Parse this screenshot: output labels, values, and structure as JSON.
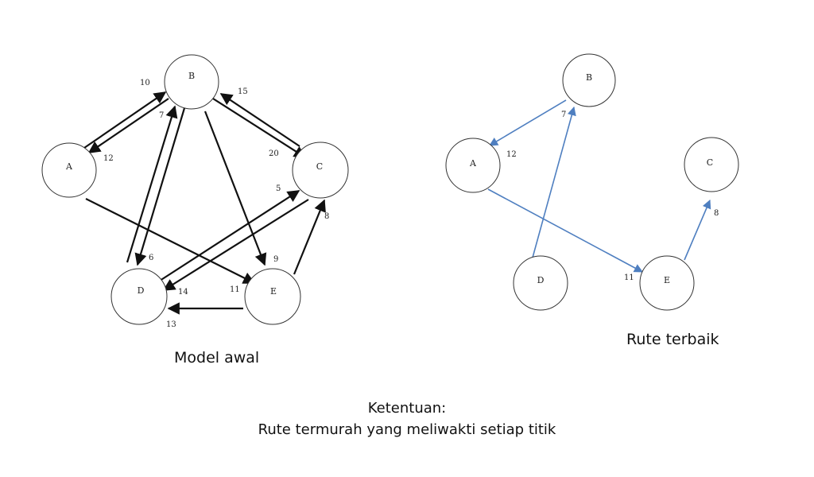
{
  "captions": {
    "initial_model": "Model awal",
    "best_route": "Rute terbaik",
    "rules_heading": "Ketentuan:",
    "rules_text": "Rute termurah yang meliwakti setiap titik"
  },
  "colors": {
    "initial_edges": "#111111",
    "best_edges": "#4f7fc0",
    "node_stroke": "#333333"
  },
  "initial_model": {
    "nodes": {
      "A": "A",
      "B": "B",
      "C": "C",
      "D": "D",
      "E": "E"
    },
    "weights": {
      "A_B": "10",
      "B_A": "12",
      "D_B": "7",
      "B_D": "6",
      "C_B": "15",
      "B_C": "20",
      "D_C": "5",
      "C_D": "14",
      "B_E": "9",
      "A_E": "11",
      "E_C": "8",
      "E_D": "13"
    }
  },
  "best_route": {
    "nodes": {
      "A": "A",
      "B": "B",
      "C": "C",
      "D": "D",
      "E": "E"
    },
    "weights": {
      "B_A": "12",
      "D_B": "7",
      "A_E": "11",
      "E_C": "8"
    }
  }
}
